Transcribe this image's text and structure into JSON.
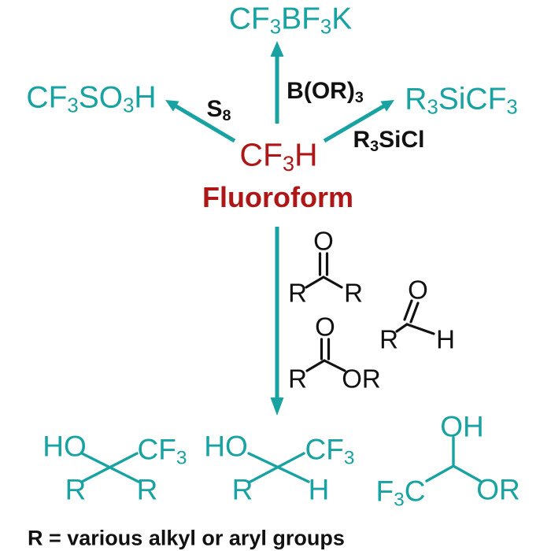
{
  "colors": {
    "teal": "#18a2a2",
    "dark_red": "#ae1717",
    "black": "#111111",
    "background": "#ffffff"
  },
  "scheme": {
    "center": {
      "formula": "CF_3_H",
      "name": "Fluoroform"
    },
    "top_product": "CF_3_BF_3_K",
    "left_product": "CF_3_SO_3_H",
    "right_product": "R_3_SiCF_3",
    "reagents": {
      "sulfur": "S_8_",
      "borate_ester": "B(OR)_3_",
      "silyl_chloride": "R_3_SiCl"
    },
    "carbonyl_substrates": {
      "ketone": {
        "o": "O",
        "r_left": "R",
        "r_right": "R"
      },
      "aldehyde": {
        "o": "O",
        "r": "R",
        "h": "H"
      },
      "ester": {
        "o": "O",
        "r": "R",
        "or": "OR"
      }
    },
    "bottom_products": {
      "tertiary_alcohol": {
        "ho": "HO",
        "cf3": "CF_3_",
        "r_left": "R",
        "r_right": "R"
      },
      "secondary_alcohol": {
        "ho": "HO",
        "cf3": "CF_3_",
        "r": "R",
        "h": "H"
      },
      "hemiacetal": {
        "oh": "OH",
        "f3c": "F_3_C",
        "or": "OR"
      }
    },
    "caption": "R = various alkyl or aryl groups"
  }
}
